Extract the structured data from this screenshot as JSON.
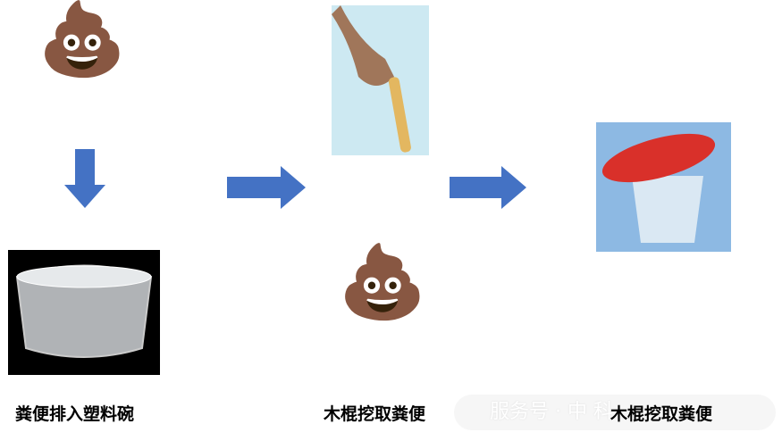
{
  "steps": [
    {
      "label": "粪便排入塑料碗",
      "icon": "poop-icon"
    },
    {
      "label": "木棍挖取粪便",
      "icon": "hand-stick-image"
    },
    {
      "label": "木棍挖取粪便",
      "icon": "specimen-cup-image"
    }
  ],
  "watermark": "服务号 · 中    科",
  "colors": {
    "arrow": "#4472c4"
  }
}
